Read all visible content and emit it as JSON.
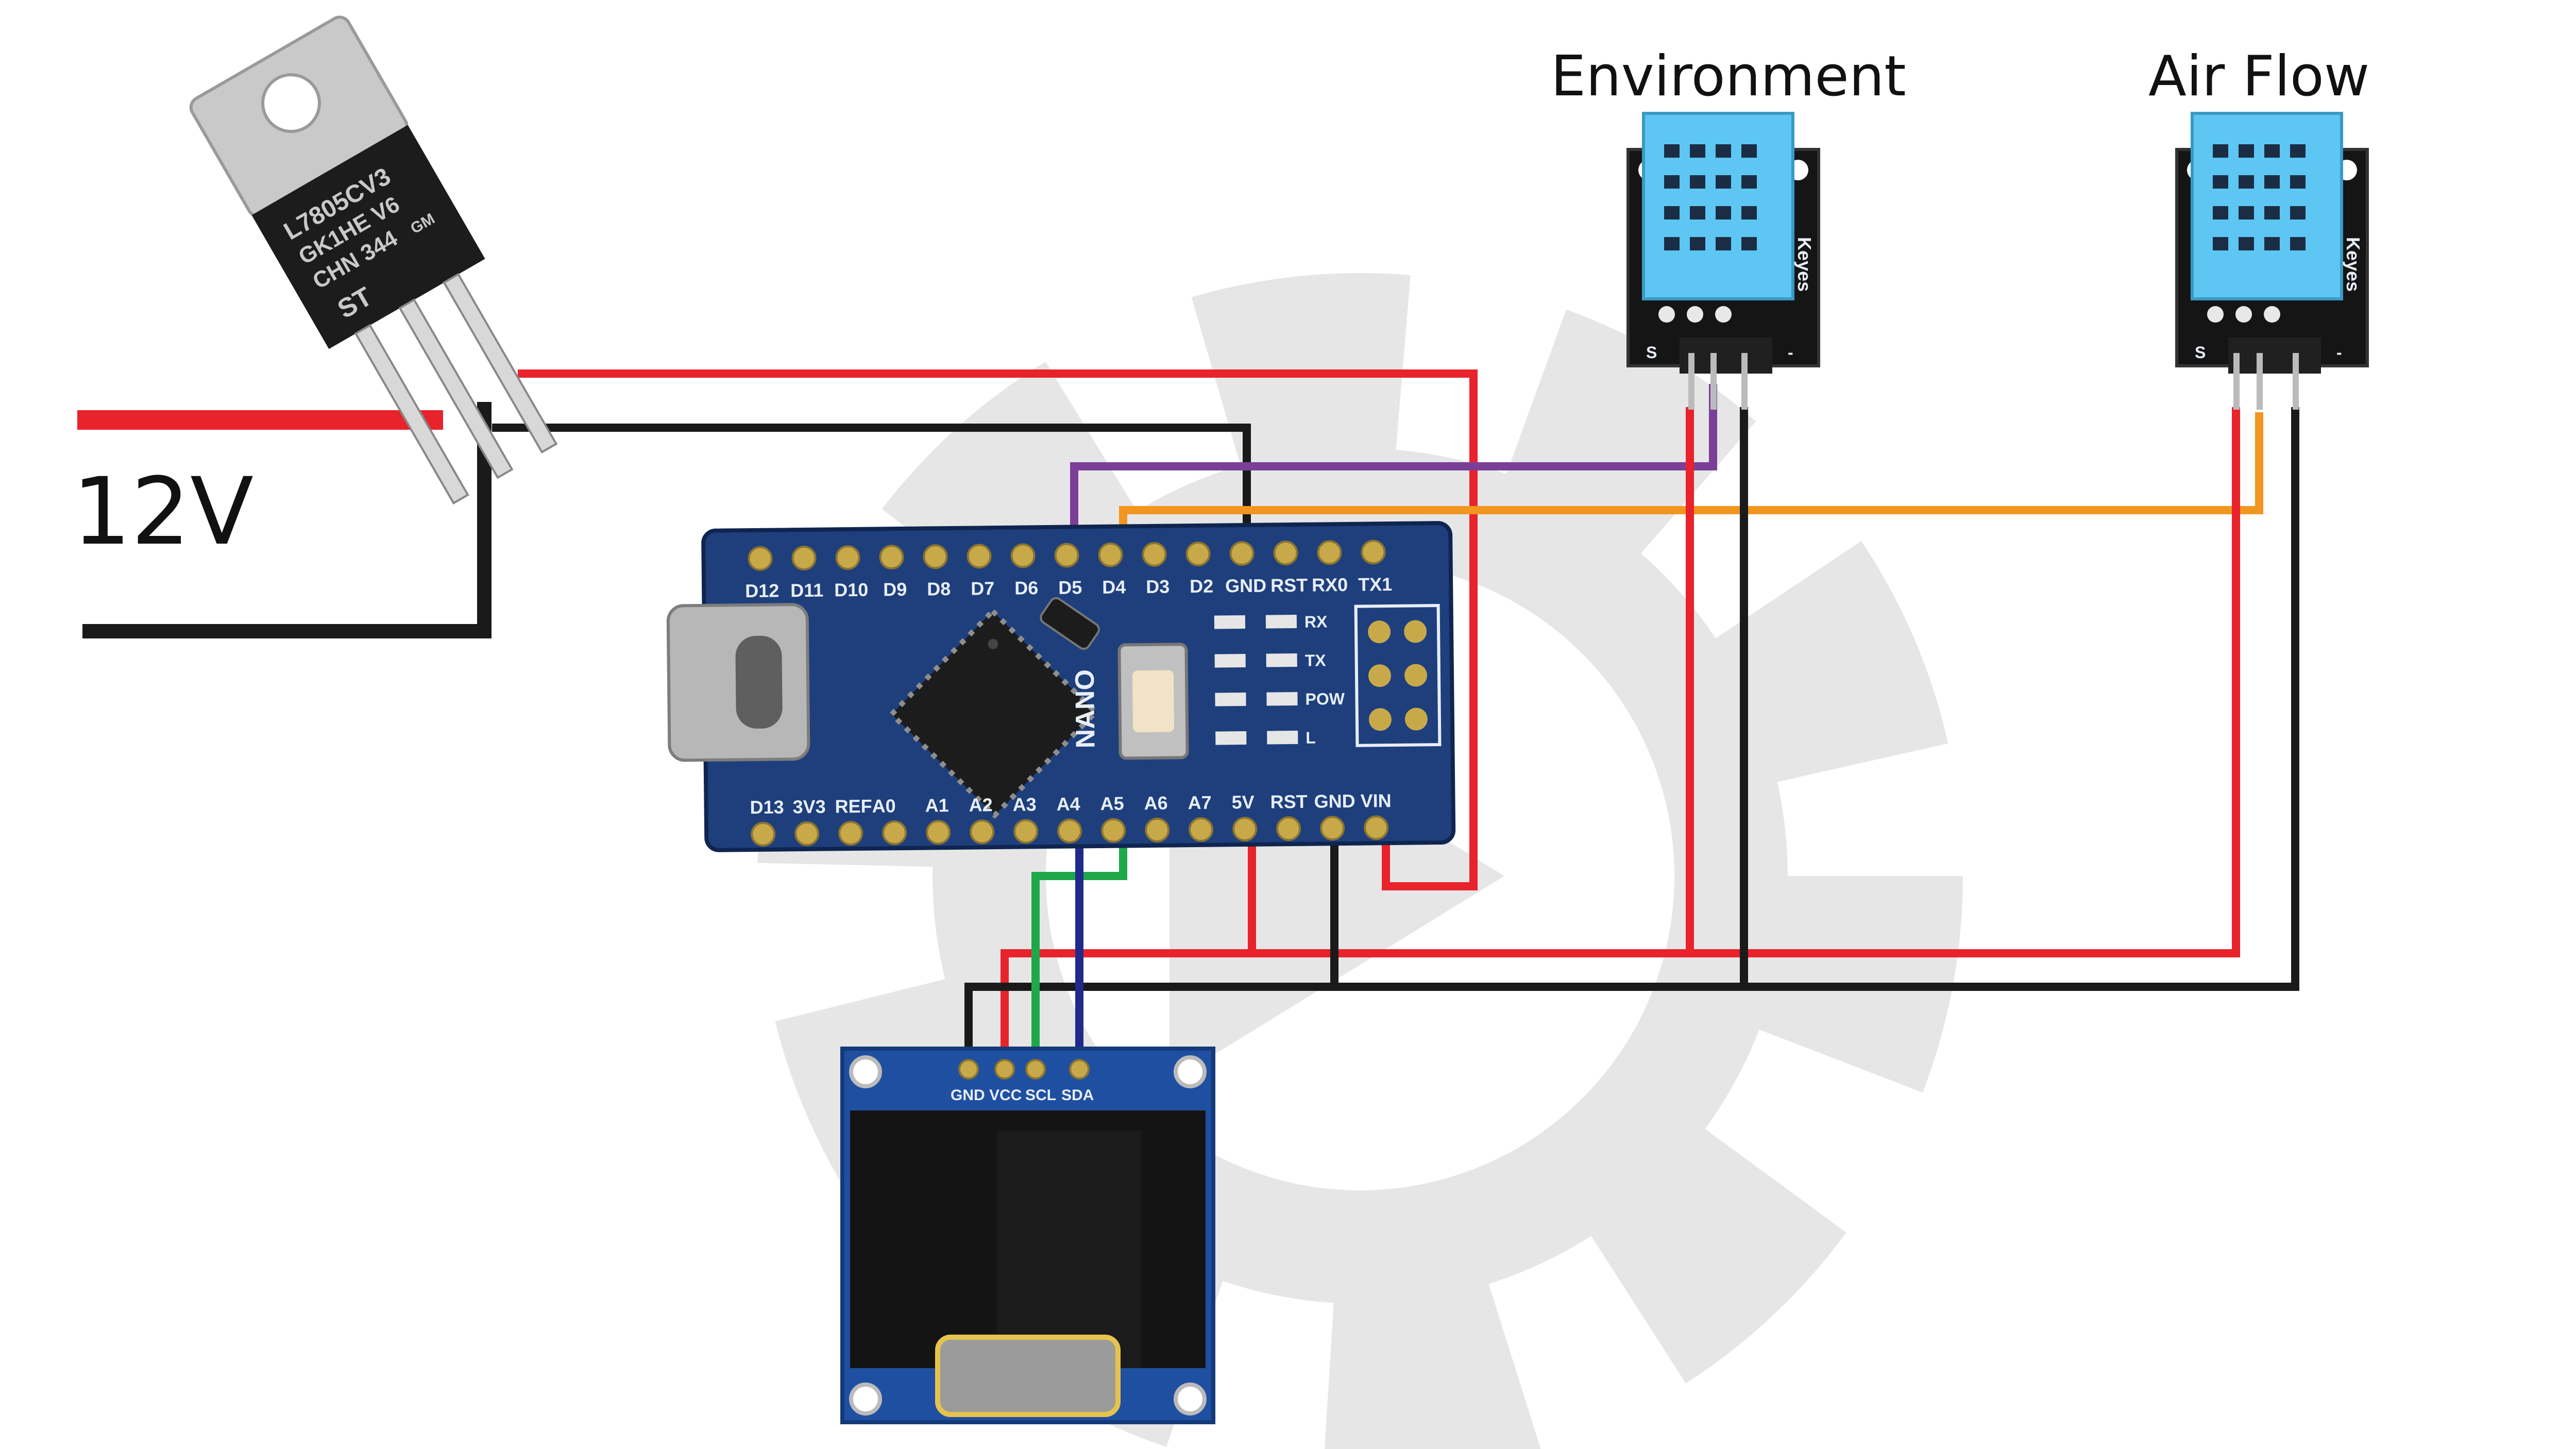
{
  "labels": {
    "supply": "12V",
    "environment": "Environment",
    "air_flow": "Air Flow"
  },
  "regulator": {
    "marking_line1": "L7805CV3",
    "marking_line2": "GK1HE V6",
    "marking_line3": "CHN 344",
    "logo": "ST",
    "badge": "GM"
  },
  "nano": {
    "board_name": "NANO",
    "top_pins": [
      "D12",
      "D11",
      "D10",
      "D9",
      "D8",
      "D7",
      "D6",
      "D5",
      "D4",
      "D3",
      "D2",
      "GND",
      "RST",
      "RX0",
      "TX1"
    ],
    "bottom_pins": [
      "D13",
      "3V3",
      "REF",
      "A0",
      "A1",
      "A2",
      "A3",
      "A4",
      "A5",
      "A6",
      "A7",
      "5V",
      "RST",
      "GND",
      "VIN"
    ],
    "leds": [
      "RX",
      "TX",
      "POW",
      "L"
    ]
  },
  "sensors": {
    "brand": "Keyes",
    "pin_signal": "S",
    "pin_minus": "-"
  },
  "oled": {
    "pins": [
      "GND",
      "VCC",
      "SCL",
      "SDA"
    ]
  },
  "colors": {
    "power": "#e8232b",
    "ground": "#1a1a1a",
    "purple_wire": "#7b3f98",
    "orange_wire": "#f2961f",
    "green_wire": "#1fa84a",
    "navy_wire": "#1f2a8a",
    "pcb_blue": "#1e3f7c",
    "sensor_blue": "#5ec6f2",
    "watermark": "#e6e6e6"
  }
}
